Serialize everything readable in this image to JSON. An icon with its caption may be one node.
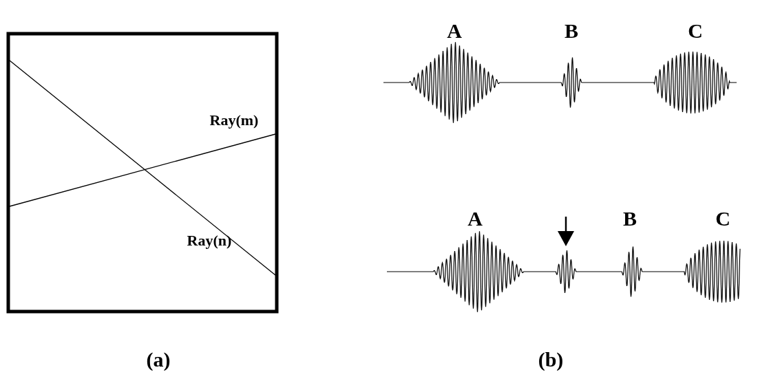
{
  "diagram": {
    "labels": [
      "Ray(m)",
      "Ray(n)",
      "A",
      "B",
      "C",
      "A",
      "B",
      "C",
      "(a)",
      "(b)"
    ]
  }
}
